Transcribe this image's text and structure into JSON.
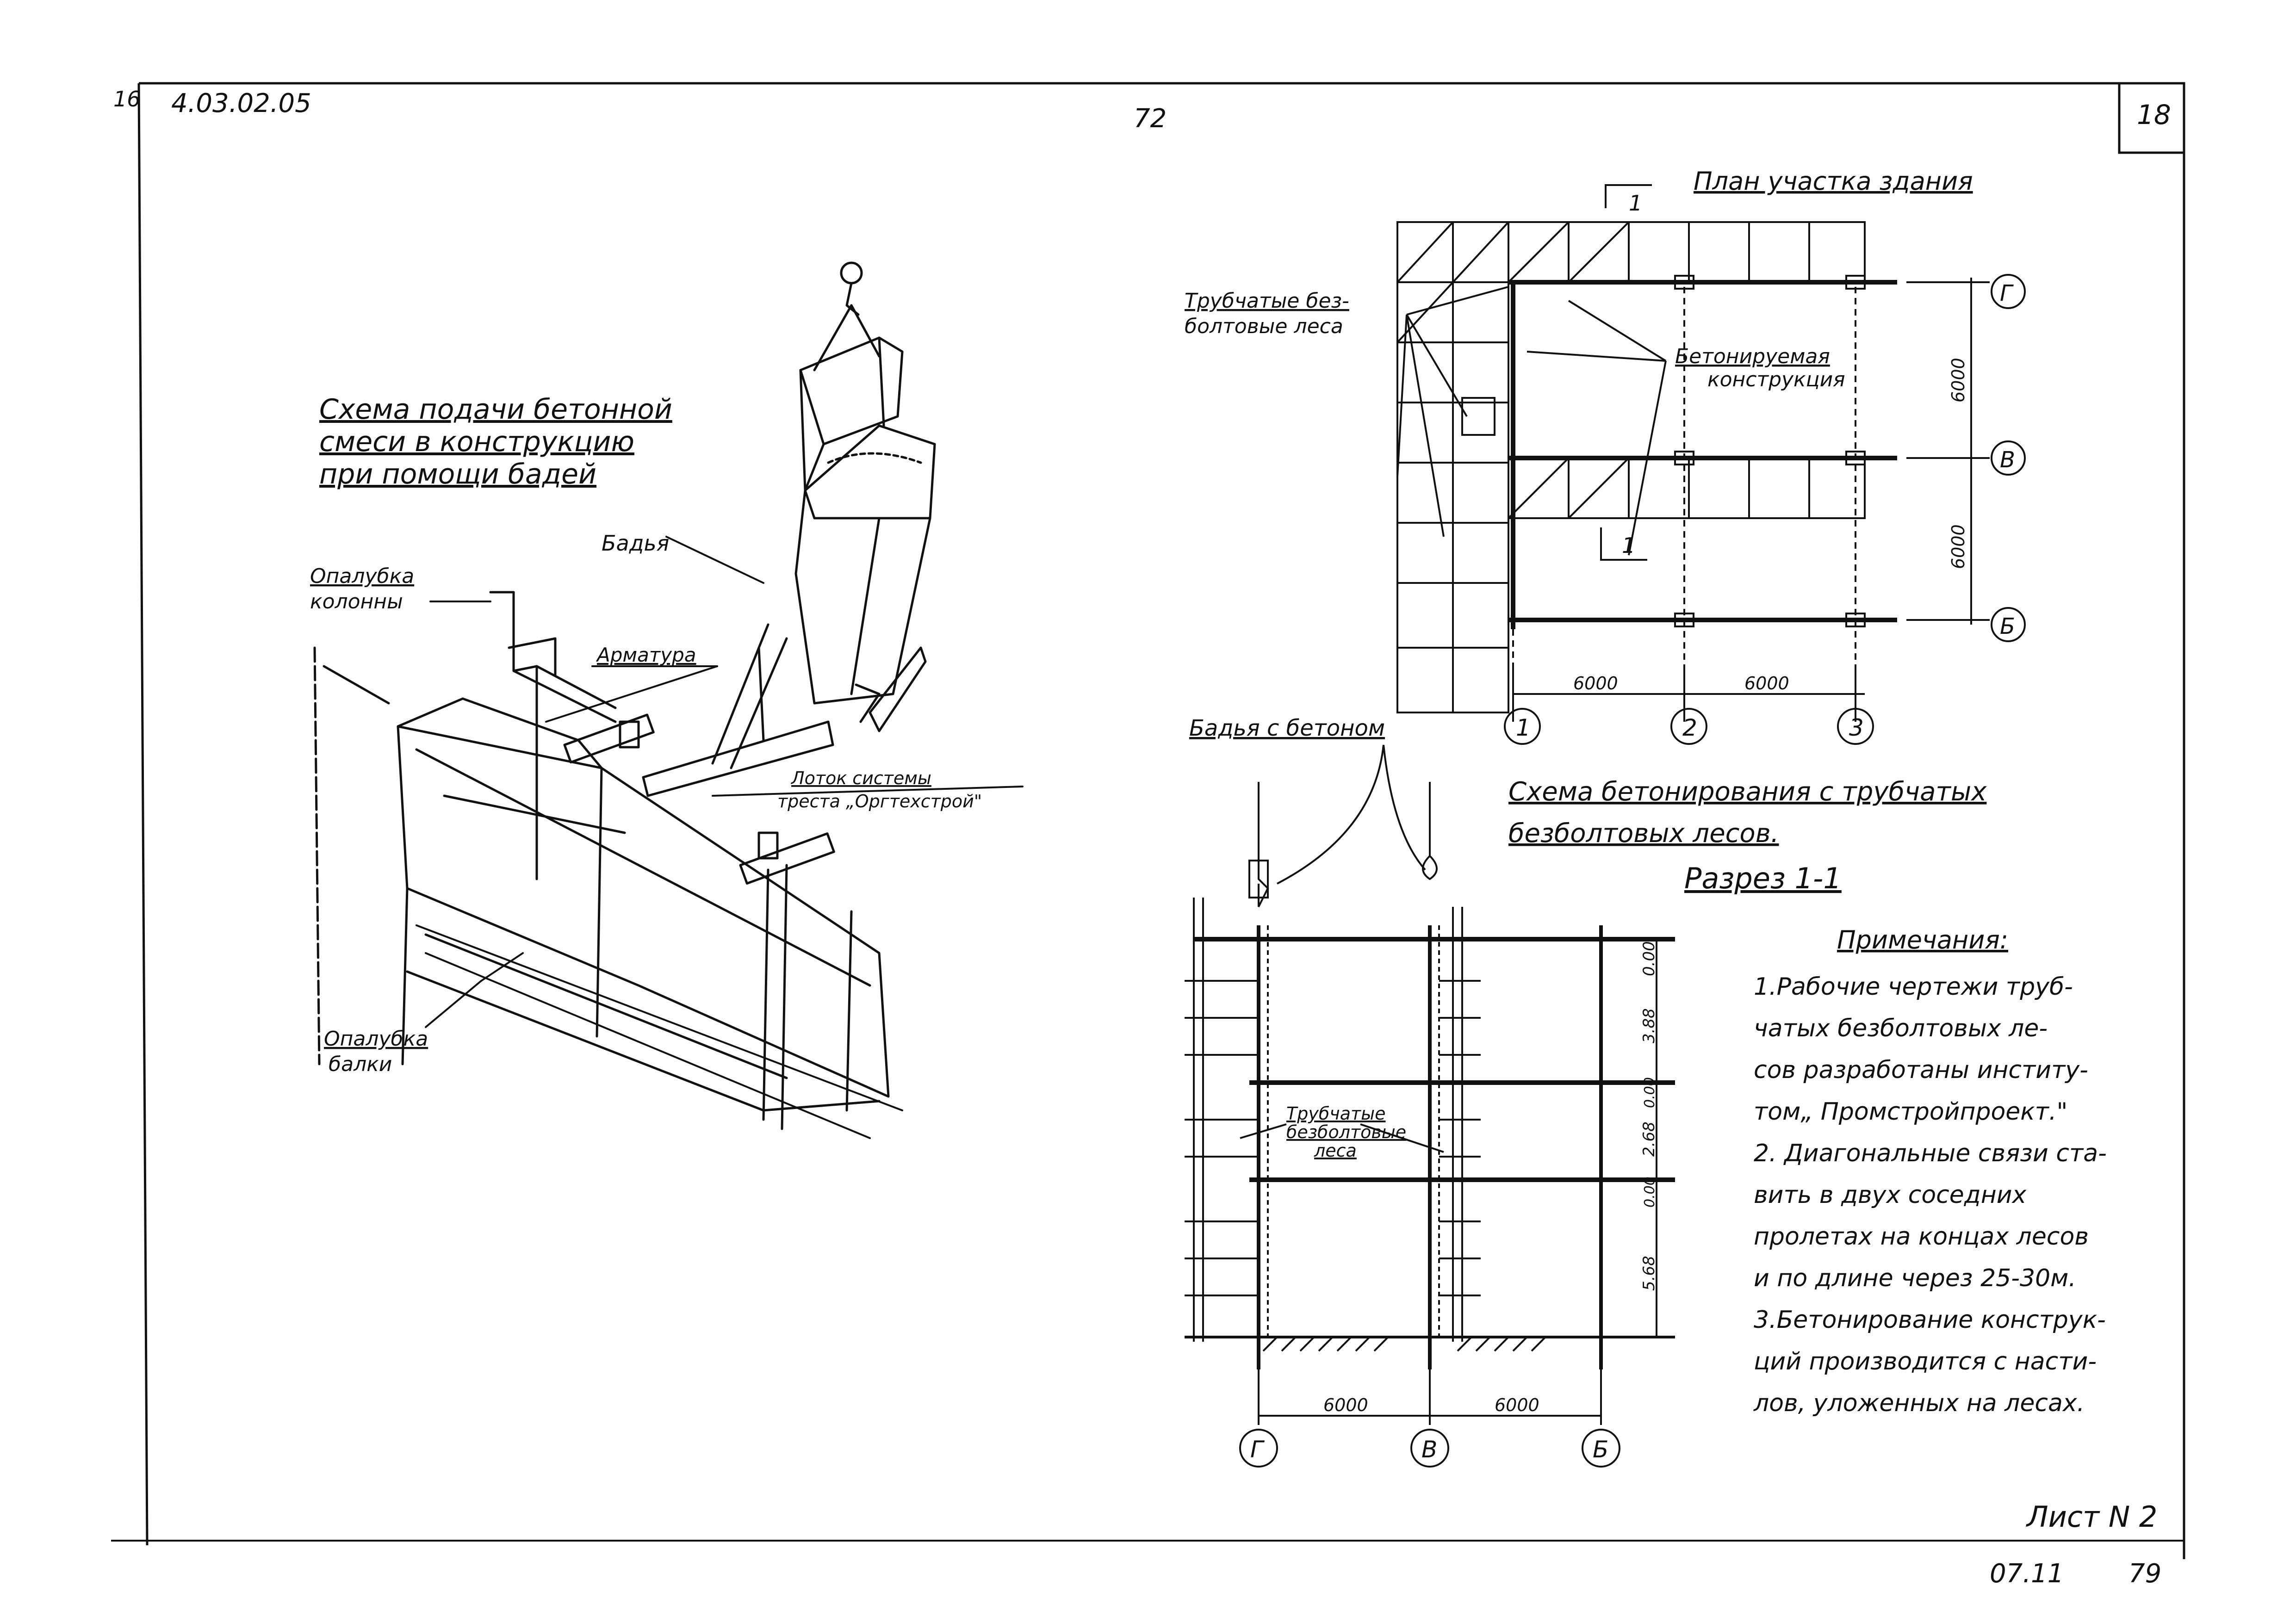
{
  "header": {
    "corner_mark": "16",
    "doc_code": "4.03.02.05",
    "page_number": "72",
    "sheet_box": "18"
  },
  "left_figure": {
    "title_line1": "Схема подачи бетонной",
    "title_line2": "смеси в конструкцию",
    "title_line3": "при помощи бадей",
    "label_badya": "Бадья",
    "label_column_formwork_1": "Опалубка",
    "label_column_formwork_2": "колонны",
    "label_rebar": "Арматура",
    "label_chute_1": "Лоток системы",
    "label_chute_2": "треста „Оргтехстрой\"",
    "label_beam_formwork_1": "Опалубка",
    "label_beam_formwork_2": "балки"
  },
  "plan": {
    "title": "План участка здания",
    "section_mark": "1",
    "label_scaffold_1": "Трубчатые без-",
    "label_scaffold_2": "болтовые леса",
    "label_concrete_1": "Бетонируемая",
    "label_concrete_2": "конструкция",
    "axis_rows": [
      "Г",
      "В",
      "Б"
    ],
    "axis_cols": [
      "1",
      "2",
      "3"
    ],
    "dim_vertical": [
      "6000",
      "6000"
    ],
    "dim_horizontal": [
      "6000",
      "6000"
    ]
  },
  "section": {
    "label_bucket": "Бадья с бетоном",
    "scheme_title_1": "Схема   бетонирования   с трубчатых",
    "scheme_title_2": "безболтовых   лесов.",
    "section_title": "Разрез 1-1",
    "label_scaffold_1": "Трубчатые",
    "label_scaffold_2": "безболтовые",
    "label_scaffold_3": "леса",
    "level_dims": [
      "0.00",
      "3.88",
      "0.00",
      "2.68",
      "0.00",
      "5.68"
    ],
    "axis_labels": [
      "Г",
      "В",
      "Б"
    ],
    "dim_horizontal": [
      "6000",
      "6000"
    ]
  },
  "notes": {
    "title": "Примечания:",
    "lines": [
      "1.Рабочие чертежи труб-",
      "чатых безболтовых ле-",
      "сов разработаны институ-",
      "том„ Промстройпроект.\"",
      "2. Диагональные связи ста-",
      "вить в двух соседних",
      "пролетах на концах лесов",
      "и по длине через 25-30м.",
      "3.Бетонирование конструк-",
      "ций производится с насти-",
      "лов, уложенных на лесах."
    ]
  },
  "footer": {
    "sheet_label": "Лист N 2",
    "code_left": "07.11",
    "code_right": "79"
  }
}
